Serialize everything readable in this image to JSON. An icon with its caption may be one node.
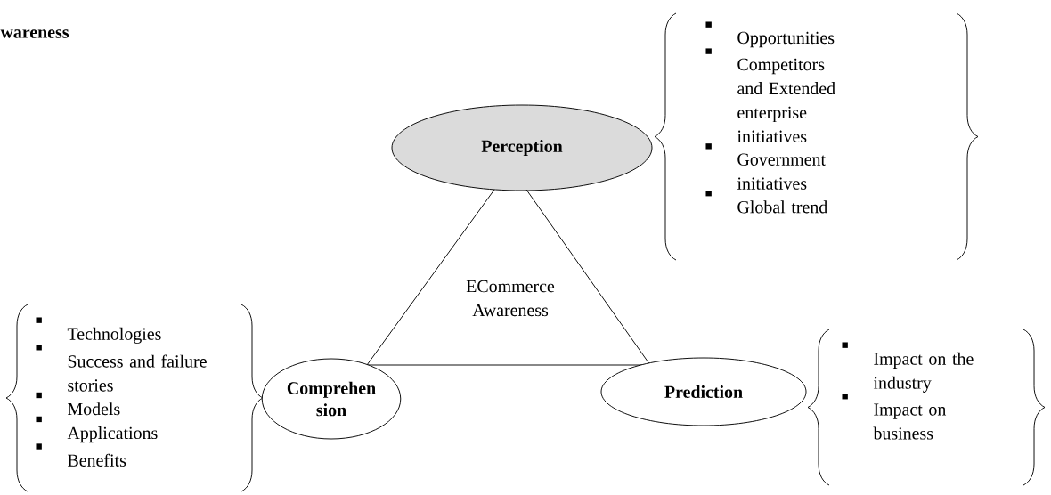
{
  "diagram": {
    "title": "wareness",
    "nodes": [
      {
        "text": [
          "Perception"
        ]
      },
      {
        "text": [
          "Opportunities",
          "Competitors and Extended enterprise initiatives",
          "Government initiatives",
          "Global trend"
        ]
      },
      {
        "text": [
          "ECommerce Awareness"
        ]
      },
      {
        "text": [
          "Technologies",
          "Success and failure stories",
          "Models",
          "Applications",
          "Benefits"
        ]
      },
      {
        "text": [
          "Comprehen sion"
        ]
      },
      {
        "text": [
          "Prediction"
        ]
      },
      {
        "text": [
          "Impact on the industry",
          "Impact on business"
        ]
      }
    ]
  }
}
